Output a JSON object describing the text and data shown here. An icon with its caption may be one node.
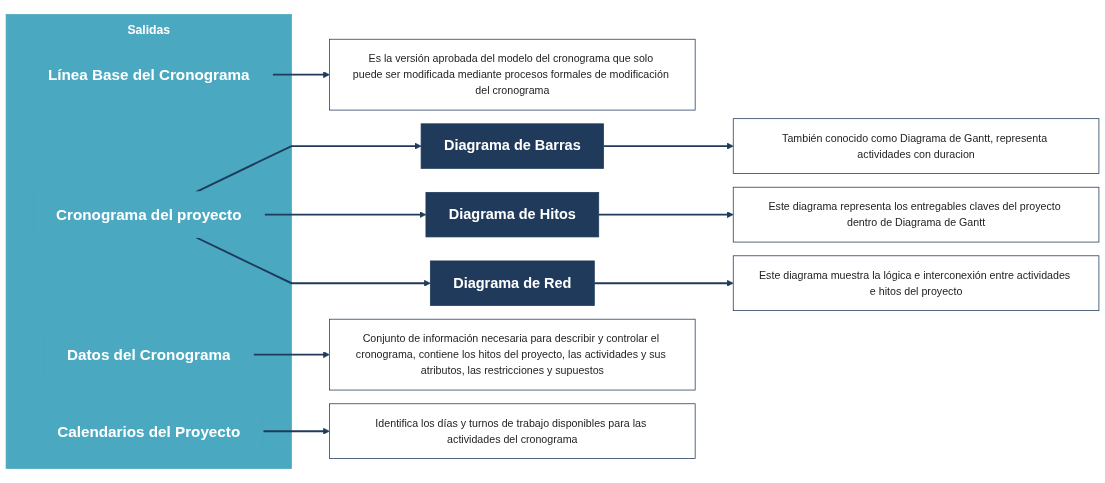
{
  "diagram": {
    "nodes": [
      {
        "text": [
          "Salidas"
        ]
      },
      {
        "text": [
          "Línea Base del Cronograma"
        ],
        "in": 0
      },
      {
        "text": [
          "Cronograma del proyecto"
        ],
        "in": 0
      },
      {
        "text": [
          "Datos del Cronograma"
        ],
        "in": 0
      },
      {
        "text": [
          "Calendarios del Proyecto"
        ],
        "in": 0
      },
      {
        "text": [
          "Es la versión aprobada del modelo del cronograma que solo puede ser modificada mediante procesos formales de modificación del cronograma"
        ]
      },
      {
        "text": [
          "Diagrama de Barras"
        ]
      },
      {
        "text": [
          "También conocido como Diagrama de Gantt, representa actividades con duracion"
        ]
      },
      {
        "text": [
          "Diagrama de Hitos"
        ]
      },
      {
        "text": [
          "Este diagrama representa los entregables claves del proyecto dentro de Diagrama de Gantt"
        ]
      },
      {
        "text": [
          "Diagrama de Red"
        ]
      },
      {
        "text": [
          "Este diagrama muestra la lógica e interconexión entre actividades e hitos del proyecto"
        ]
      },
      {
        "text": [
          "Conjunto de información necesaria para describir y controlar el cronograma, contiene los hitos del proyecto, las actividades y sus atributos, las restricciones y supuestos"
        ]
      },
      {
        "text": [
          "Identifica los días y turnos de trabajo disponibles para las actividades del cronograma"
        ]
      }
    ],
    "edges": [
      {
        "from": 1,
        "to": 5,
        "arrow": "to"
      },
      {
        "from": 2,
        "to": 6,
        "arrow": "to"
      },
      {
        "from": 2,
        "to": 8,
        "arrow": "to"
      },
      {
        "from": 2,
        "to": 10,
        "arrow": "to"
      },
      {
        "from": 6,
        "to": 7,
        "arrow": "to"
      },
      {
        "from": 8,
        "to": 9,
        "arrow": "to"
      },
      {
        "from": 10,
        "to": 11,
        "arrow": "to"
      },
      {
        "from": 3,
        "to": 12,
        "arrow": "to"
      },
      {
        "from": 4,
        "to": 13,
        "arrow": "to"
      }
    ]
  }
}
